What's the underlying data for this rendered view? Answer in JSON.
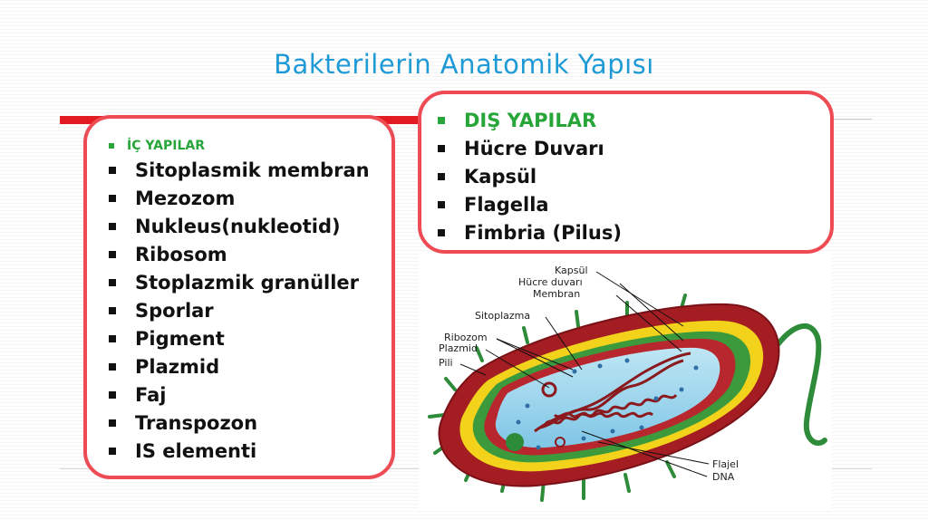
{
  "slide": {
    "title": "Bakterilerin Anatomik Yapısı"
  },
  "ic_yapilar": {
    "heading": "İÇ YAPILAR",
    "items": [
      "Sitoplasmik membran",
      "Mezozom",
      "Nukleus(nukleotid)",
      "Ribosom",
      "Stoplazmik granüller",
      "Sporlar",
      "Pigment",
      "Plazmid",
      "Faj",
      "Transpozon",
      "IS elementi"
    ]
  },
  "dis_yapilar": {
    "heading": "DIŞ YAPILAR",
    "items": [
      "Hücre Duvarı",
      "Kapsül",
      "Flagella",
      "Fimbria (Pilus)"
    ]
  },
  "diagram": {
    "labels": {
      "kapsul": "Kapsül",
      "hucre_duvari": "Hücre duvarı",
      "membran": "Membran",
      "sitoplazma": "Sitoplazma",
      "ribozom": "Ribozom",
      "plazmid": "Plazmid",
      "pili": "Pili",
      "flajel": "Flajel",
      "dna": "DNA"
    }
  },
  "colors": {
    "title": "#1e9ad6",
    "box_border": "#ef4b55",
    "heading_green": "#27a538",
    "red_bar": "#e31b23"
  }
}
